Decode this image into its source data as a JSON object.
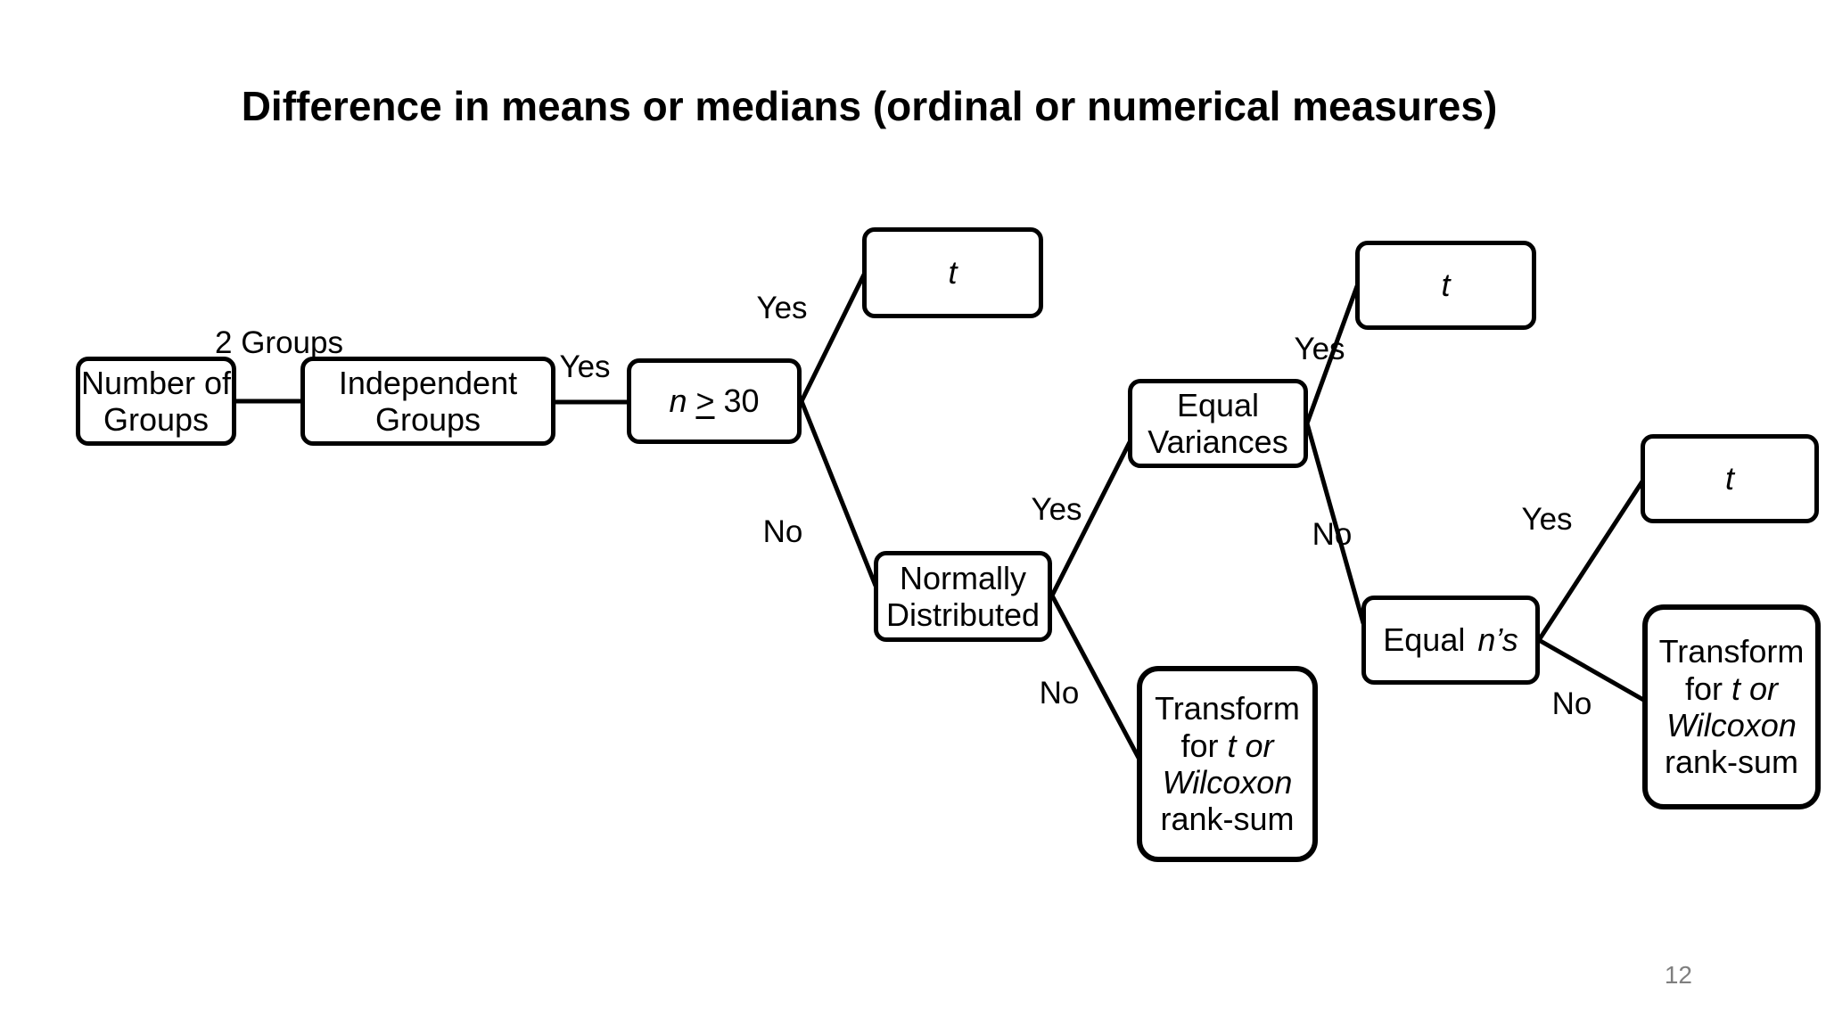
{
  "slide": {
    "title": "Difference in means or medians (ordinal or numerical measures)",
    "page_number": "12",
    "colors": {
      "background": "#ffffff",
      "line": "#000000",
      "box_border": "#000000",
      "box_fill": "#ffffff",
      "text": "#000000",
      "page_number": "#7f7f7f"
    }
  },
  "nodes": {
    "number_of_groups": {
      "line1": "Number of",
      "line2": "Groups"
    },
    "independent_groups": {
      "line1": "Independent",
      "line2": "Groups"
    },
    "n_30": {
      "variable": "n",
      "operator": ">",
      "value": "30"
    },
    "t_top": {
      "label": "t"
    },
    "normally_distributed": {
      "line1": "Normally",
      "line2": "Distributed"
    },
    "equal_variances": {
      "line1": "Equal",
      "line2": "Variances"
    },
    "transform_wilcoxon_1": {
      "line1": "Transform",
      "line2_plain": "for",
      "line2_italic": "t or",
      "line3_italic": "Wilcoxon",
      "line4": "rank-sum"
    },
    "equal_ns": {
      "plain": "Equal",
      "italic": "n’s"
    },
    "t_middle": {
      "label": "t"
    },
    "t_right": {
      "label": "t"
    },
    "transform_wilcoxon_2": {
      "line1": "Transform",
      "line2_plain": "for",
      "line2_italic": "t or",
      "line3_italic": "Wilcoxon",
      "line4": "rank-sum"
    }
  },
  "edge_labels": {
    "two_groups": "2 Groups",
    "yes_independent_n30": "Yes",
    "yes_n30_t": "Yes",
    "no_n30_normal": "No",
    "yes_normal_equalvar": "Yes",
    "no_normal_transform": "No",
    "yes_equalvar_t": "Yes",
    "no_equalvar_equalns": "No",
    "yes_equalns_t": "Yes",
    "no_equalns_transform": "No"
  }
}
